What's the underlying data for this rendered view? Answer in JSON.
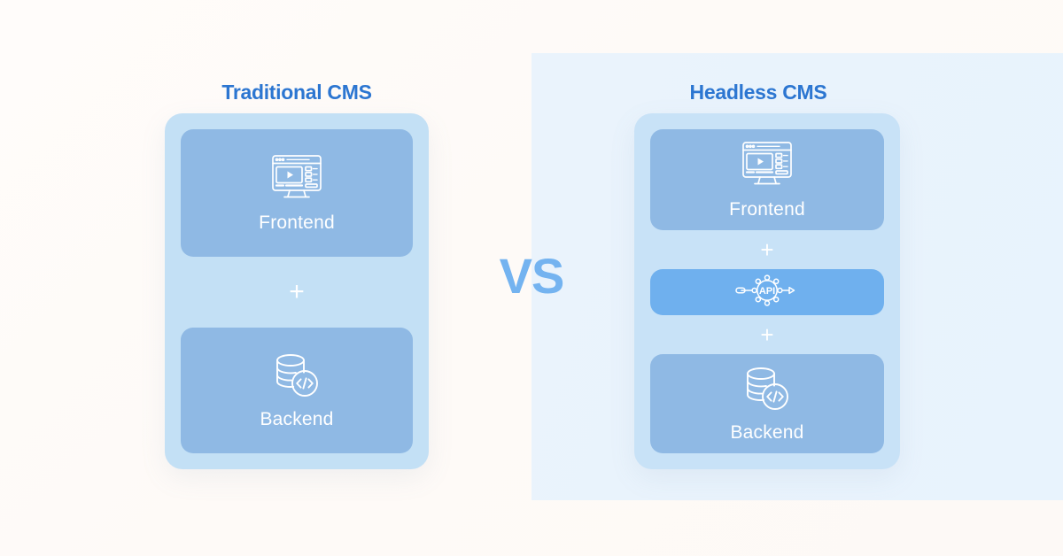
{
  "background": {
    "left_color": "#FDFAF7",
    "right_panel_color": "#E9F3FC"
  },
  "comparison": {
    "vs_label": "VS",
    "vs_color": "#74B3F0",
    "title_color": "#2C76D1"
  },
  "left": {
    "title": "Traditional CMS",
    "group_color": "#C3E0F5",
    "items": [
      {
        "label": "Frontend",
        "icon": "monitor-video-player-icon",
        "card_color": "#8FB9E4"
      },
      {
        "label": "Backend",
        "icon": "database-code-icon",
        "card_color": "#8FB9E4"
      }
    ],
    "separators": [
      "+"
    ]
  },
  "right": {
    "title": "Headless CMS",
    "group_color": "#C8E2F7",
    "items": [
      {
        "label": "Frontend",
        "icon": "monitor-video-player-icon",
        "card_color": "#8FB9E4"
      },
      {
        "label": "API",
        "icon": "gear-api-icon",
        "card_color": "#6FB0EE"
      },
      {
        "label": "Backend",
        "icon": "database-code-icon",
        "card_color": "#8FB9E4"
      }
    ],
    "separators": [
      "+",
      "+"
    ]
  }
}
